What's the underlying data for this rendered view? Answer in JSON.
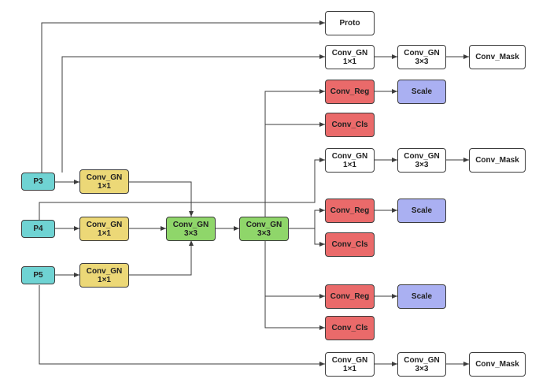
{
  "colors": {
    "p_node": "#6fd3d3",
    "conv_gn_yellow": "#ecd877",
    "conv_gn_green": "#8fd66a",
    "head_red": "#ea6a6a",
    "scale_purple": "#aab0f2",
    "plain": "#ffffff",
    "line": "#3c3c3c"
  },
  "nodes": {
    "p3": {
      "line1": "P3",
      "line2": ""
    },
    "p4": {
      "line1": "P4",
      "line2": ""
    },
    "p5": {
      "line1": "P5",
      "line2": ""
    },
    "p3_conv": {
      "line1": "Conv_GN",
      "line2": "1×1"
    },
    "p4_conv": {
      "line1": "Conv_GN",
      "line2": "1×1"
    },
    "p5_conv": {
      "line1": "Conv_GN",
      "line2": "1×1"
    },
    "fuse_conv": {
      "line1": "Conv_GN",
      "line2": "3×3"
    },
    "head_conv": {
      "line1": "Conv_GN",
      "line2": "3×3"
    },
    "proto": {
      "line1": "Proto",
      "line2": ""
    },
    "m1_c1": {
      "line1": "Conv_GN",
      "line2": "1×1"
    },
    "m1_c3": {
      "line1": "Conv_GN",
      "line2": "3×3"
    },
    "m1_mask": {
      "line1": "Conv_Mask",
      "line2": ""
    },
    "reg1": {
      "line1": "Conv_Reg",
      "line2": ""
    },
    "scale1": {
      "line1": "Scale",
      "line2": ""
    },
    "cls1": {
      "line1": "Conv_Cls",
      "line2": ""
    },
    "m2_c1": {
      "line1": "Conv_GN",
      "line2": "1×1"
    },
    "m2_c3": {
      "line1": "Conv_GN",
      "line2": "3×3"
    },
    "m2_mask": {
      "line1": "Conv_Mask",
      "line2": ""
    },
    "reg2": {
      "line1": "Conv_Reg",
      "line2": ""
    },
    "scale2": {
      "line1": "Scale",
      "line2": ""
    },
    "cls2": {
      "line1": "Conv_Cls",
      "line2": ""
    },
    "reg3": {
      "line1": "Conv_Reg",
      "line2": ""
    },
    "scale3": {
      "line1": "Scale",
      "line2": ""
    },
    "cls3": {
      "line1": "Conv_Cls",
      "line2": ""
    },
    "m3_c1": {
      "line1": "Conv_GN",
      "line2": "1×1"
    },
    "m3_c3": {
      "line1": "Conv_GN",
      "line2": "3×3"
    },
    "m3_mask": {
      "line1": "Conv_Mask",
      "line2": ""
    }
  }
}
